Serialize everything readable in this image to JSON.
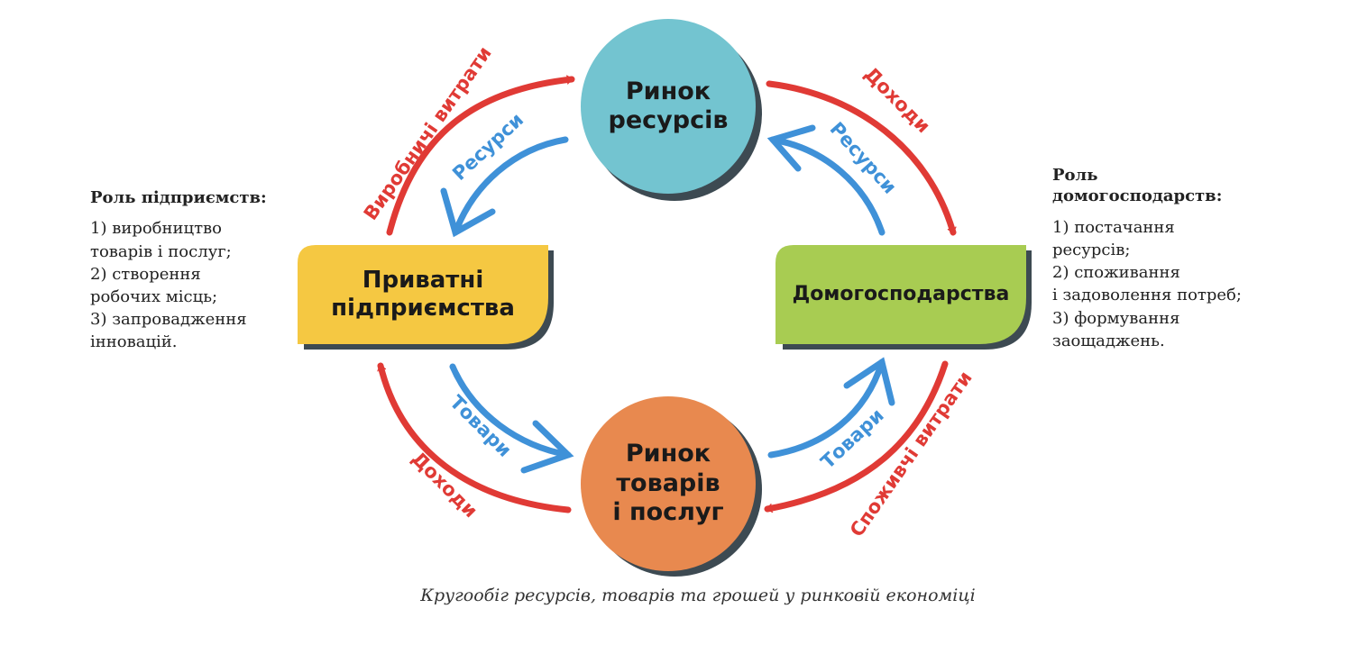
{
  "nodes": {
    "resource_market": {
      "label": "Ринок\nресурсів",
      "color": "#73c4d0"
    },
    "goods_market": {
      "label": "Ринок\nтоварів\nі послуг",
      "color": "#e8894f"
    },
    "firms": {
      "label": "Приватні\nпідприємства",
      "color": "#f5c842"
    },
    "households": {
      "label": "Домогосподарства",
      "color": "#a8cc52"
    }
  },
  "flows": {
    "production_costs": "Виробничі витрати",
    "resources_left": "Ресурси",
    "income_top": "Доходи",
    "resources_right": "Ресурси",
    "goods_left": "Товари",
    "income_bottom": "Доходи",
    "goods_right": "Товари",
    "consumer_spending": "Споживчі витрати"
  },
  "firms_role": {
    "title": "Роль підприємств:",
    "items": [
      "1)   виробництво\nтоварів і послуг;",
      "2)   створення\nробочих місць;",
      "3)   запровадження\nінновацій."
    ]
  },
  "households_role": {
    "title": "Роль\nдомогосподарств:",
    "items": [
      "1)   постачання\nресурсів;",
      "2)   споживання\nі задоволення потреб;",
      "3)   формування\nзаощаджень."
    ]
  },
  "caption": "Кругообіг ресурсів, товарів та грошей у ринковій економіці",
  "colors": {
    "money_flow": "#e03a35",
    "goods_flow": "#3f91d8",
    "shadow": "#3d4a52"
  }
}
